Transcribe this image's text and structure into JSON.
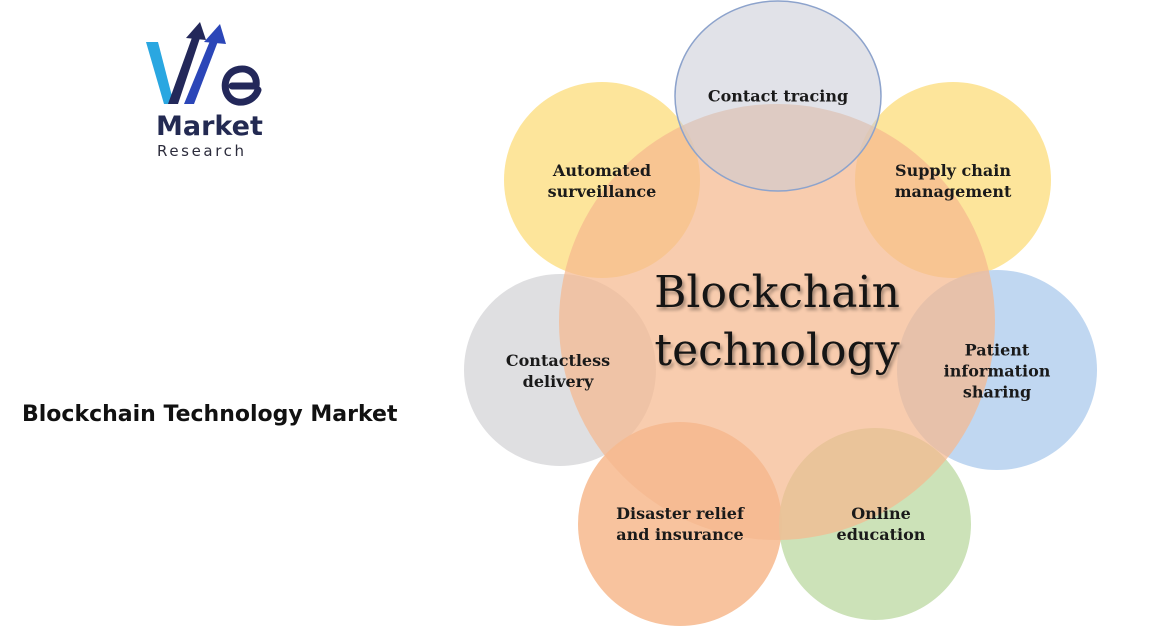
{
  "logo": {
    "mark_letters": "We",
    "line1": "Market",
    "line2": "Research"
  },
  "page_title": "Blockchain Technology Market",
  "diagram": {
    "center_line1": "Blockchain",
    "center_line2": "technology",
    "nodes": [
      {
        "id": "contact-tracing",
        "line1": "Contact tracing",
        "line2": "",
        "line3": "",
        "color": "#cfd1d9"
      },
      {
        "id": "supply-chain",
        "line1": "Supply chain",
        "line2": "management",
        "line3": "",
        "color": "#fde08a"
      },
      {
        "id": "patient-info",
        "line1": "Patient",
        "line2": "information",
        "line3": "sharing",
        "color": "#b9d3f0"
      },
      {
        "id": "online-education",
        "line1": "Online",
        "line2": "education",
        "line3": "",
        "color": "#c7dfb0"
      },
      {
        "id": "disaster-relief",
        "line1": "Disaster relief",
        "line2": "and insurance",
        "line3": "",
        "color": "#f7bc94"
      },
      {
        "id": "contactless-delivery",
        "line1": "Contactless",
        "line2": "delivery",
        "line3": "",
        "color": "#dcdcde"
      },
      {
        "id": "automated-surveillance",
        "line1": "Automated",
        "line2": "surveillance",
        "line3": "",
        "color": "#fde08a"
      }
    ],
    "center_color": "#f5b98f"
  }
}
